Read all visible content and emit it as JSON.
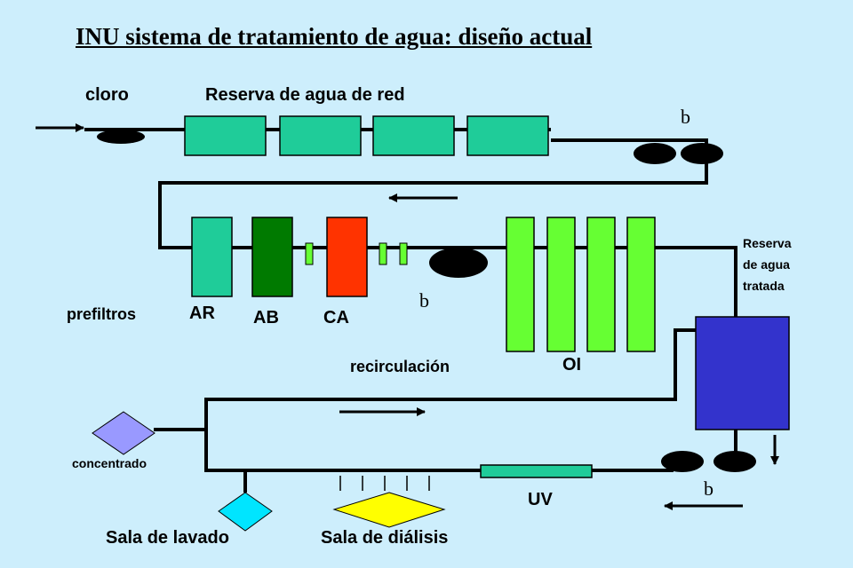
{
  "title": "INU sistema de tratamiento de agua: diseño actual",
  "labels": {
    "chlorine": "cloro",
    "mains_reserve": "Reserva de agua de red",
    "prefilters": "prefiltros",
    "ar": "AR",
    "ab": "AB",
    "ca": "CA",
    "recirculation": "recirculación",
    "oi": "OI",
    "treated_reserve_l1": "Reserva",
    "treated_reserve_l2": "de agua",
    "treated_reserve_l3": "tratada",
    "concentrate": "concentrado",
    "uv": "UV",
    "wash_room": "Sala de lavado",
    "dialysis_room": "Sala de diálisis",
    "pump_top": "b",
    "pump_middle": "b",
    "pump_bottom": "b"
  },
  "colors": {
    "background": "#cdeefc",
    "tank_green": "#1fcc99",
    "ar_filter": "#1fcc99",
    "ab_filter": "#007a00",
    "ca_filter": "#ff3300",
    "small_filter": "#66ff33",
    "oi_membrane": "#66ff33",
    "treated_tank": "#3333cc",
    "concentrate_diamond": "#9999ff",
    "wash_diamond": "#00e5ff",
    "dialysis_diamond": "#ffff00"
  }
}
